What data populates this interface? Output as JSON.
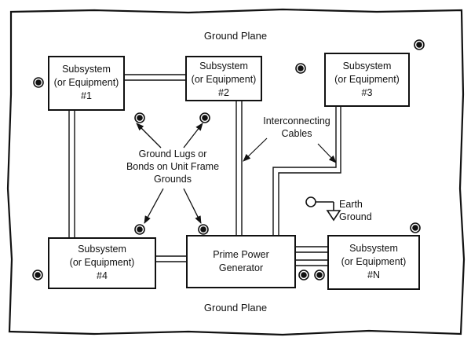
{
  "ground_plane_top": "Ground Plane",
  "ground_plane_bottom": "Ground Plane",
  "boxes": [
    {
      "id": "sub1",
      "line1": "Subsystem",
      "line2": "(or Equipment)",
      "line3": "#1"
    },
    {
      "id": "sub2",
      "line1": "Subsystem",
      "line2": "(or Equipment)",
      "line3": "#2"
    },
    {
      "id": "sub3",
      "line1": "Subsystem",
      "line2": "(or Equipment)",
      "line3": "#3"
    },
    {
      "id": "sub4",
      "line1": "Subsystem",
      "line2": "(or Equipment)",
      "line3": "#4"
    },
    {
      "id": "power",
      "line1": "Prime Power",
      "line2": "Generator"
    },
    {
      "id": "subN",
      "line1": "Subsystem",
      "line2": "(or Equipment)",
      "line3": "#N"
    }
  ],
  "labels": {
    "cables_line1": "Interconnecting",
    "cables_line2": "Cables",
    "lugs_line1": "Ground Lugs or",
    "lugs_line2": "Bonds on Unit Frame",
    "lugs_line3": "Grounds",
    "earth_line1": "Earth",
    "earth_line2": "Ground"
  }
}
